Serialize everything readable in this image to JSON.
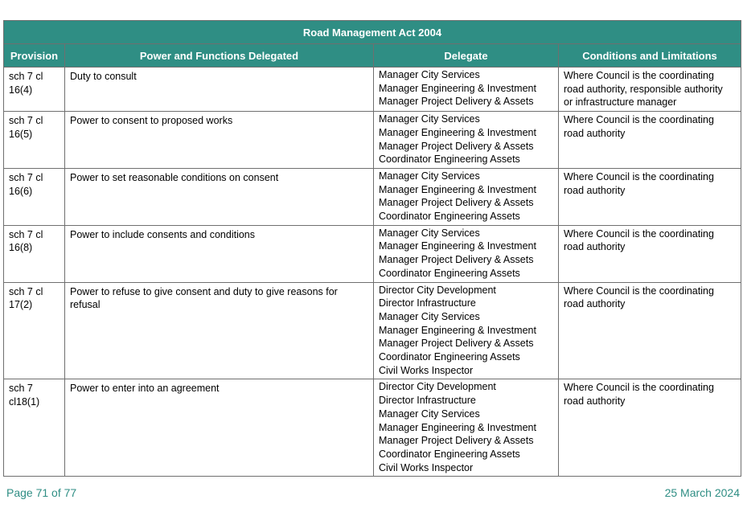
{
  "table": {
    "title": "Road Management Act 2004",
    "headers": {
      "provision": "Provision",
      "power": "Power and Functions Delegated",
      "delegate": "Delegate",
      "conditions": "Conditions and Limitations"
    },
    "rows": [
      {
        "provision": [
          "sch 7 cl",
          "16(4)"
        ],
        "power": "Duty to consult",
        "delegates": [
          "Manager City Services",
          "Manager Engineering & Investment",
          "Manager Project Delivery & Assets"
        ],
        "conditions": [
          "Where Council is the coordinating",
          "road authority, responsible authority",
          "or infrastructure manager"
        ]
      },
      {
        "provision": [
          "sch 7 cl",
          "16(5)"
        ],
        "power": "Power to consent to proposed works",
        "delegates": [
          "Manager City Services",
          "Manager Engineering & Investment",
          "Manager Project Delivery & Assets",
          "Coordinator Engineering Assets"
        ],
        "conditions": [
          "Where Council is the coordinating",
          "road authority"
        ]
      },
      {
        "provision": [
          "sch 7 cl",
          "16(6)"
        ],
        "power": "Power to set reasonable conditions on consent",
        "delegates": [
          "Manager City Services",
          "Manager Engineering & Investment",
          "Manager Project Delivery & Assets",
          "Coordinator Engineering Assets"
        ],
        "conditions": [
          "Where Council is the coordinating",
          "road authority"
        ]
      },
      {
        "provision": [
          "sch 7 cl",
          "16(8)"
        ],
        "power": "Power to include consents and conditions",
        "delegates": [
          "Manager City Services",
          "Manager Engineering & Investment",
          "Manager Project Delivery & Assets",
          "Coordinator Engineering Assets"
        ],
        "conditions": [
          "Where Council is the coordinating",
          "road authority"
        ]
      },
      {
        "provision": [
          "sch 7 cl",
          "17(2)"
        ],
        "power": "Power to refuse to give consent and duty to give reasons for refusal",
        "delegates": [
          "Director City Development",
          "Director Infrastructure",
          "Manager City Services",
          "Manager Engineering & Investment",
          "Manager Project Delivery & Assets",
          "Coordinator Engineering Assets",
          "Civil Works Inspector"
        ],
        "conditions": [
          "Where Council is the coordinating",
          "road authority"
        ]
      },
      {
        "provision": [
          "sch 7",
          "cl18(1)"
        ],
        "power": "Power to enter into an agreement",
        "delegates": [
          "Director City Development",
          "Director Infrastructure",
          "Manager City Services",
          "Manager Engineering & Investment",
          "Manager Project Delivery & Assets",
          "Coordinator Engineering Assets",
          "Civil Works Inspector"
        ],
        "conditions": [
          "Where Council is the coordinating",
          "road authority"
        ]
      }
    ]
  },
  "footer": {
    "page": "Page 71 of 77",
    "date": "25 March 2024"
  },
  "colors": {
    "header_bg": "#2f8e84",
    "footer_text": "#2f8e84"
  }
}
